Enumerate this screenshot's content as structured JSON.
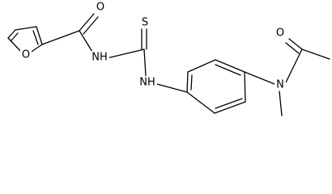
{
  "atoms": [
    {
      "id": "o_furan",
      "element": "O"
    },
    {
      "id": "o_carbonyl_left",
      "element": "O"
    },
    {
      "id": "n_amide_left",
      "element": "NH"
    },
    {
      "id": "s_thio",
      "element": "S"
    },
    {
      "id": "n_amine",
      "element": "NH"
    },
    {
      "id": "n_acetamide",
      "element": "N"
    },
    {
      "id": "o_carbonyl_right",
      "element": "O"
    }
  ]
}
